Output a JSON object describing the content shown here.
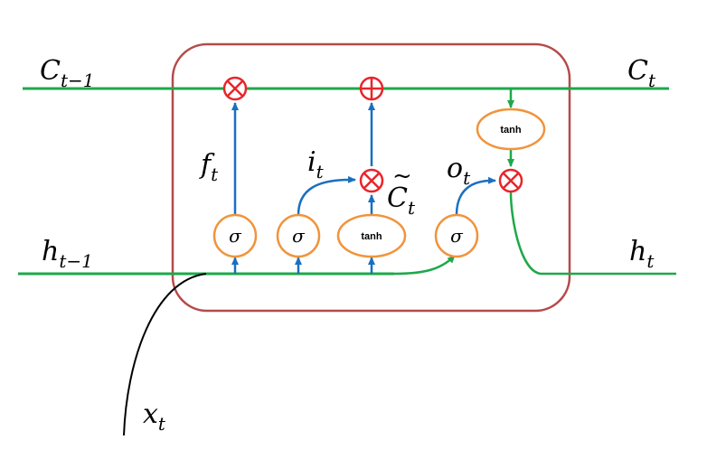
{
  "labels": {
    "c_prev": {
      "main": "C",
      "sub": "t−1"
    },
    "c_next": {
      "main": "C",
      "sub": "t"
    },
    "h_prev": {
      "main": "h",
      "sub": "t−1"
    },
    "h_next": {
      "main": "h",
      "sub": "t"
    },
    "x_t": {
      "main": "x",
      "sub": "t"
    },
    "f_t": {
      "main": "f",
      "sub": "t"
    },
    "i_t": {
      "main": "i",
      "sub": "t"
    },
    "o_t": {
      "main": "o",
      "sub": "t"
    },
    "c_tilde": {
      "main": "C",
      "sub": "t",
      "accent": "~"
    }
  },
  "gates": {
    "sigma": "σ",
    "tanh": "tanh"
  },
  "colors": {
    "cell_border": "#b54a4a",
    "state_line": "#1ea84a",
    "arrow_blue": "#1a6fc0",
    "gate_border": "#f0943c",
    "op_red": "#e8252b",
    "input_line": "#000000"
  }
}
